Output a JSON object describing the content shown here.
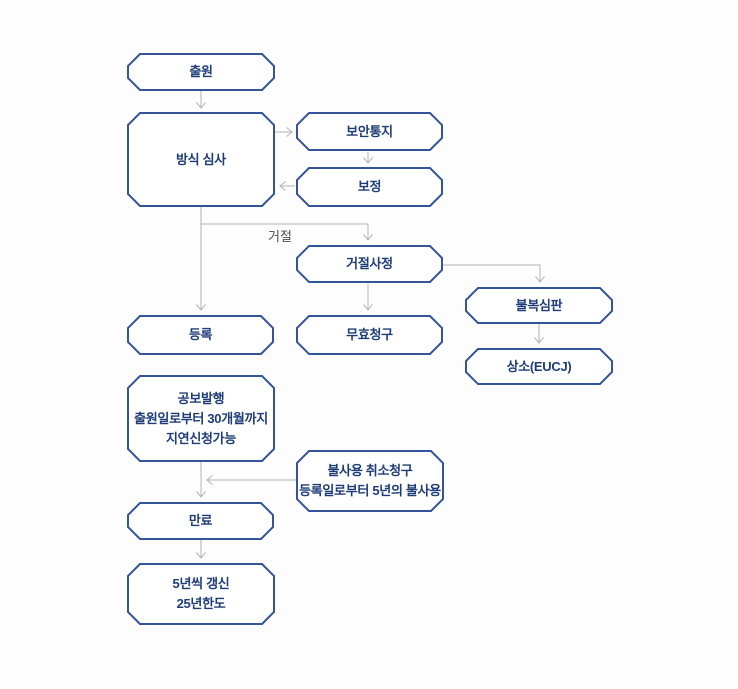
{
  "diagram": {
    "colors": {
      "background": "#fdfdfd",
      "box_border": "#33549b",
      "box_fill": "#ffffff",
      "text": "#1e3c78",
      "arrow": "#b3b3b3",
      "edge_label_text": "#4d4d4d"
    },
    "edge_label": {
      "text": "거절"
    },
    "nodes": {
      "application": {
        "label": "출원"
      },
      "formality_exam": {
        "label": "방식 심사"
      },
      "security_notice": {
        "label": "보안통지"
      },
      "amendment": {
        "label": "보정"
      },
      "rejection_decision": {
        "label": "거절사정"
      },
      "registration": {
        "label": "등록"
      },
      "invalidation_request": {
        "label": "무효청구"
      },
      "appeal_trial": {
        "label": "불복심판"
      },
      "appeal_eucj": {
        "label": "상소(EUCJ)"
      },
      "publication": {
        "label": "공보발행\n출원일로부터 30개월까지\n지연신청가능"
      },
      "non_use_cancellation": {
        "label": "불사용 취소청구\n등록일로부터 5년의 불사용"
      },
      "expiration": {
        "label": "만료"
      },
      "renewal": {
        "label": "5년씩 갱신\n25년한도"
      }
    },
    "edges": [
      {
        "from": "application",
        "to": "formality_exam",
        "label": ""
      },
      {
        "from": "formality_exam",
        "to": "security_notice",
        "label": ""
      },
      {
        "from": "security_notice",
        "to": "amendment",
        "label": ""
      },
      {
        "from": "amendment",
        "to": "formality_exam",
        "label": ""
      },
      {
        "from": "formality_exam",
        "to": "registration",
        "label": ""
      },
      {
        "from": "formality_exam",
        "to": "rejection_decision",
        "label": "거절"
      },
      {
        "from": "rejection_decision",
        "to": "invalidation_request",
        "label": ""
      },
      {
        "from": "rejection_decision",
        "to": "appeal_trial",
        "label": ""
      },
      {
        "from": "appeal_trial",
        "to": "appeal_eucj",
        "label": ""
      },
      {
        "from": "publication",
        "to": "expiration",
        "label": ""
      },
      {
        "from": "non_use_cancellation",
        "to": "expiration",
        "label": ""
      },
      {
        "from": "expiration",
        "to": "renewal",
        "label": ""
      }
    ]
  }
}
